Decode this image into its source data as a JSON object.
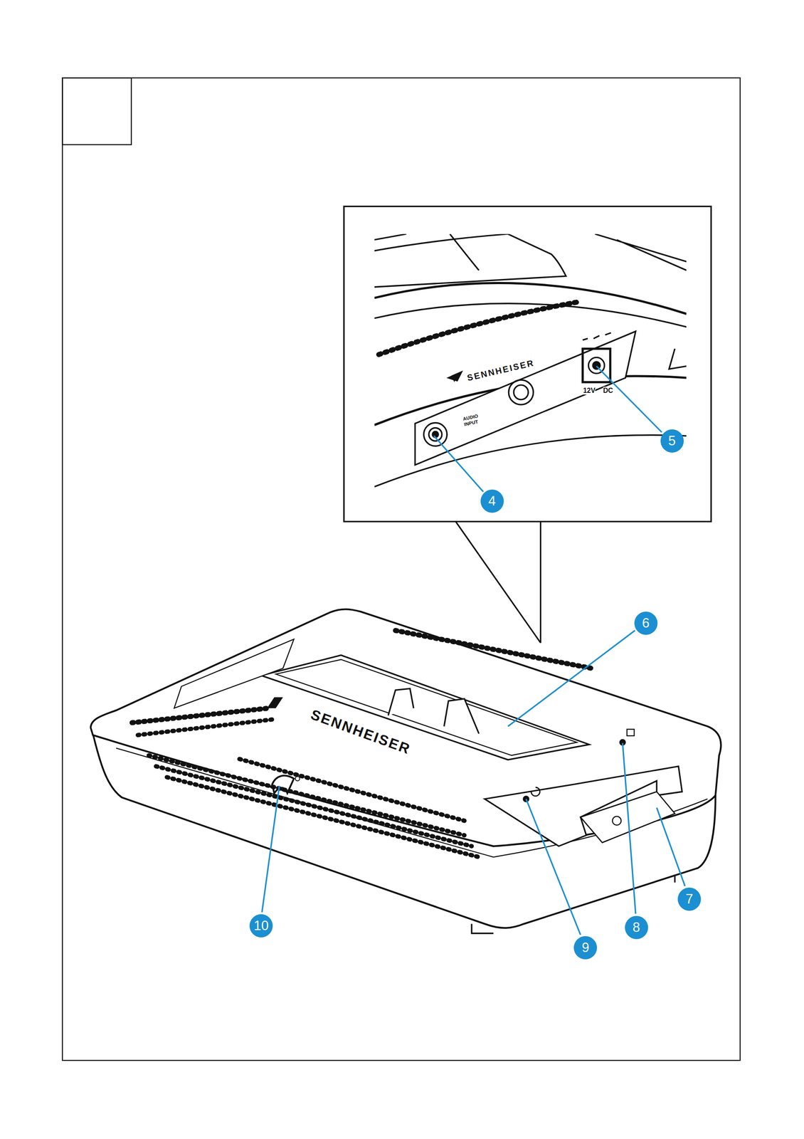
{
  "diagram": {
    "labels": [
      "SENNHEISER",
      "AUDIO INPUT",
      "12V",
      "DC",
      "4",
      "5",
      "6",
      "SENNHEISER",
      "10",
      "9",
      "8",
      "7"
    ]
  }
}
